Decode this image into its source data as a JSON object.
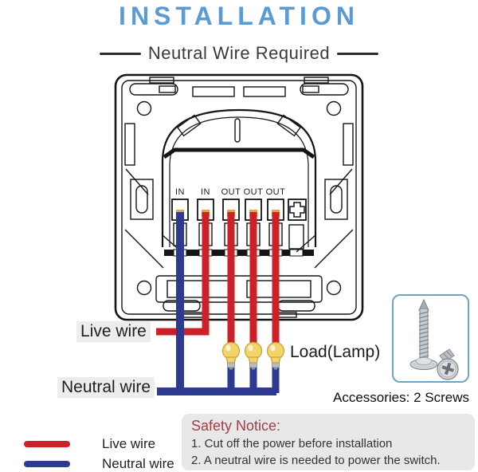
{
  "header": {
    "title": "INSTALLATION",
    "subtitle": "Neutral Wire Required"
  },
  "colors": {
    "title_blue": "#5b9bd5",
    "live_red": "#cc2127",
    "neutral_blue": "#2c3a90",
    "bulb_yellow": "#f2d468",
    "terminal_orange": "#e8a33c",
    "safety_title_red": "#9c4242",
    "screws_box_border": "#6fa3c7",
    "label_background": "#ededed",
    "notice_background": "#e8e8e8"
  },
  "diagram": {
    "terminals": [
      {
        "label": "IN"
      },
      {
        "label": "IN"
      },
      {
        "label": "OUT"
      },
      {
        "label": "OUT"
      },
      {
        "label": "OUT"
      }
    ],
    "live_wire_label": "Live wire",
    "neutral_wire_label": "Neutral wire",
    "load_label": "Load(Lamp)"
  },
  "accessories": {
    "label": "Accessories: 2 Screws"
  },
  "safety_notice": {
    "title": "Safety Notice:",
    "items": [
      "1. Cut off the power before installation",
      "2. A neutral wire is needed to power the switch."
    ]
  },
  "legend": {
    "items": [
      {
        "label": "Live wire",
        "color": "#cc2127"
      },
      {
        "label": "Neutral wire",
        "color": "#2c3a90"
      }
    ]
  }
}
